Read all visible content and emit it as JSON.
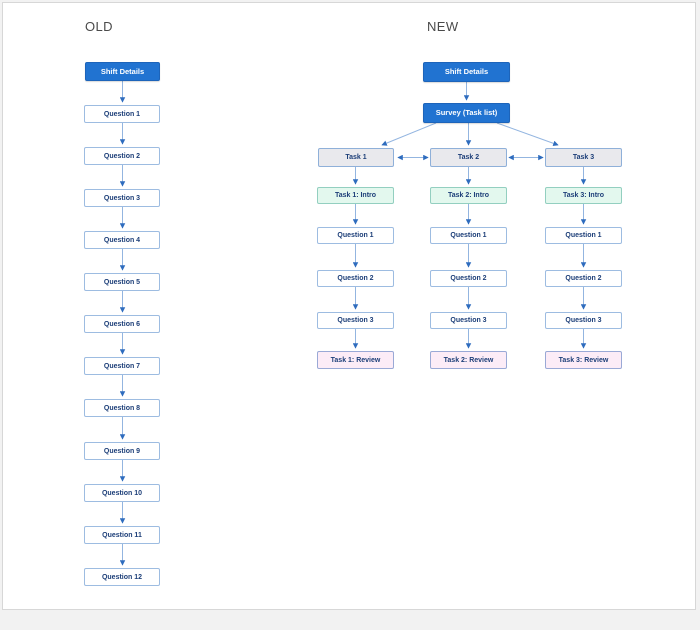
{
  "diagram": {
    "old": {
      "heading": "OLD",
      "root": "Shift Details",
      "questions": [
        "Question 1",
        "Question 2",
        "Question 3",
        "Question 4",
        "Question 5",
        "Question 6",
        "Question 7",
        "Question 8",
        "Question 9",
        "Question 10",
        "Question 11",
        "Question 12"
      ]
    },
    "new": {
      "heading": "NEW",
      "shift": "Shift Details",
      "survey": "Survey (Task list)",
      "tasks": [
        {
          "name": "Task 1",
          "intro": "Task 1: Intro",
          "questions": [
            "Question 1",
            "Question 2",
            "Question 3"
          ],
          "review": "Task 1: Review"
        },
        {
          "name": "Task 2",
          "intro": "Task 2: Intro",
          "questions": [
            "Question 1",
            "Question 2",
            "Question 3"
          ],
          "review": "Task 2: Review"
        },
        {
          "name": "Task 3",
          "intro": "Task 3: Intro",
          "questions": [
            "Question 1",
            "Question 2",
            "Question 3"
          ],
          "review": "Task 3: Review"
        }
      ]
    },
    "colors": {
      "primary_fill": "#2173d1",
      "task_fill": "#e9e9ed",
      "intro_fill": "#e3f8ee",
      "review_fill": "#fcecf7",
      "connector_line": "#93b5e0",
      "arrowhead": "#2e6cbe",
      "node_text": "#1c3e78"
    }
  }
}
